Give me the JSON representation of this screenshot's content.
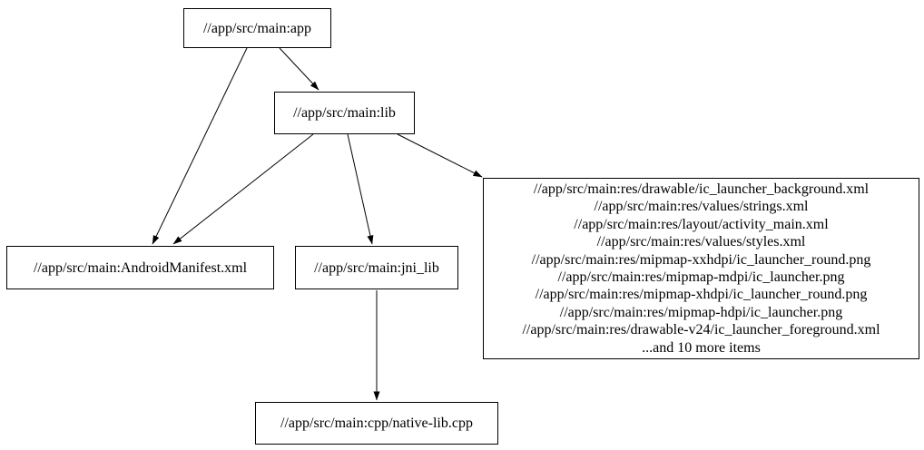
{
  "diagram": {
    "type": "dependency-graph",
    "background_color": "#ffffff",
    "node_border_color": "#000000",
    "node_fill_color": "#ffffff",
    "edge_color": "#000000",
    "text_color": "#000000",
    "nodes": {
      "app": {
        "label": "//app/src/main:app"
      },
      "lib": {
        "label": "//app/src/main:lib"
      },
      "manifest": {
        "label": "//app/src/main:AndroidManifest.xml"
      },
      "jni_lib": {
        "label": "//app/src/main:jni_lib"
      },
      "res_group": {
        "lines": [
          "//app/src/main:res/drawable/ic_launcher_background.xml",
          "//app/src/main:res/values/strings.xml",
          "//app/src/main:res/layout/activity_main.xml",
          "//app/src/main:res/values/styles.xml",
          "//app/src/main:res/mipmap-xxhdpi/ic_launcher_round.png",
          "//app/src/main:res/mipmap-mdpi/ic_launcher.png",
          "//app/src/main:res/mipmap-xhdpi/ic_launcher_round.png",
          "//app/src/main:res/mipmap-hdpi/ic_launcher.png",
          "//app/src/main:res/drawable-v24/ic_launcher_foreground.xml",
          "...and 10 more items"
        ]
      },
      "native_lib": {
        "label": "//app/src/main:cpp/native-lib.cpp"
      }
    },
    "edges": [
      {
        "from": "app",
        "to": "lib"
      },
      {
        "from": "app",
        "to": "manifest"
      },
      {
        "from": "lib",
        "to": "manifest"
      },
      {
        "from": "lib",
        "to": "jni_lib"
      },
      {
        "from": "lib",
        "to": "res_group"
      },
      {
        "from": "jni_lib",
        "to": "native_lib"
      }
    ]
  }
}
